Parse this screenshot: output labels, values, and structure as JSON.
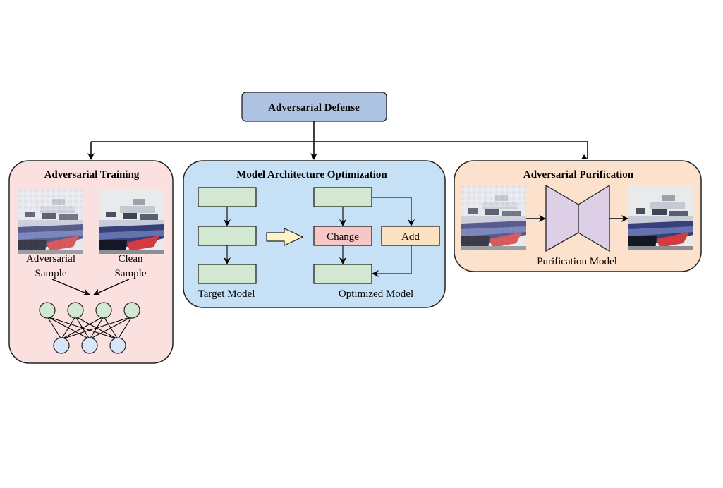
{
  "root": {
    "title": "Adversarial Defense",
    "fill": "#aec3e2"
  },
  "panels": {
    "training": {
      "title": "Adversarial Training",
      "fill": "#fbe0e0",
      "samples": [
        {
          "line1": "Adversarial",
          "line2": "Sample"
        },
        {
          "line1": "Clean",
          "line2": "Sample"
        }
      ],
      "network": {
        "input_nodes": 4,
        "output_nodes": 3,
        "input_fill": "#d3e8d0",
        "output_fill": "#d9e6fa"
      }
    },
    "architecture": {
      "title": "Model Architecture Optimization",
      "fill": "#c6e0f5",
      "target_label": "Target Model",
      "optimized_label": "Optimized Model",
      "change_label": "Change",
      "add_label": "Add",
      "layer_fill": "#d3e8d0",
      "change_fill": "#f7c6c7",
      "add_fill": "#fde2c2",
      "transform_arrow_fill": "#fff2c6"
    },
    "purification": {
      "title": "Adversarial Purification",
      "fill": "#fce1cc",
      "model_label": "Purification Model",
      "model_fill": "#ddd0e6"
    }
  }
}
